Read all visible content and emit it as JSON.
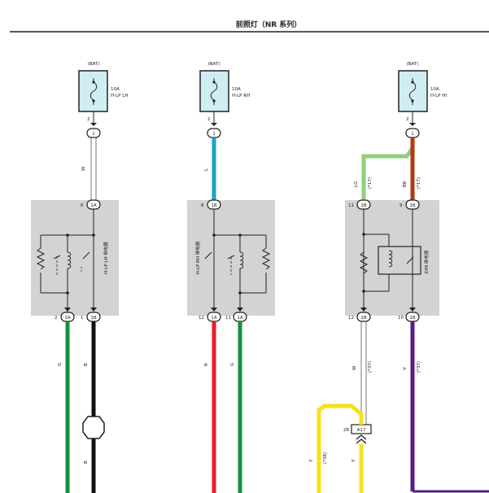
{
  "title": "前照灯（NR 系列）",
  "fuses": [
    {
      "supply": "(BAT)",
      "rating": "10A",
      "name": "H-LP LH",
      "pin": "2",
      "conn": "1"
    },
    {
      "supply": "(BAT)",
      "rating": "10A",
      "name": "H-LP RH",
      "pin": "2",
      "conn": "1"
    },
    {
      "supply": "(BAT)",
      "rating": "10A",
      "name": "H-LP HI",
      "pin": "2",
      "conn": "1"
    }
  ],
  "wires": {
    "w1_top": "W",
    "w2_top": "L",
    "w3a_top": "LG",
    "w3a_top_note": "(*17)",
    "w3b_top": "BR",
    "w3b_top_note": "(*17)",
    "w1_bot_left": "G",
    "w1_bot_right": "B",
    "w1_bot_right2": "B",
    "w2_bot_left": "R",
    "w2_bot_right": "G",
    "w3_bot_left": "W",
    "w3_bot_left_note": "(*37)",
    "w3_bot_right": "V",
    "w3_bot_right_note": "(*37)",
    "y_left": "Y",
    "y_left_note": "(*38)",
    "y_right": "Y"
  },
  "relays": [
    {
      "label": "H-LP LH 继电器",
      "in_pin": "6",
      "in_conn": "1A",
      "out_left_pin": "2",
      "out_left_conn": "1A",
      "out_right_pin": "1",
      "out_right_conn": "1B"
    },
    {
      "label": "H-LP RH 继电器",
      "in_pin": "8",
      "in_conn": "1B",
      "out_left_pin": "12",
      "out_left_conn": "1A",
      "out_right_pin": "11",
      "out_right_conn": "1A"
    },
    {
      "label": "DIM 继电器",
      "in_left_pin": "11",
      "in_left_conn": "1B",
      "in_right_pin": "9",
      "in_right_conn": "1B",
      "out_left_pin": "12",
      "out_left_conn": "1B",
      "out_right_pin": "10",
      "out_right_conn": "1B"
    }
  ],
  "a17": {
    "pin": "28",
    "label": "A17"
  },
  "colors": {
    "white_wire": "#ffffff",
    "blue": "#1aa3c7",
    "green_light": "#8fcf7a",
    "brown": "#b23a12",
    "green": "#14913a",
    "black": "#111111",
    "red": "#ee1b24",
    "purple": "#5b1a8c",
    "yellow": "#f5e11a",
    "fuse_fill": "#cfeef3",
    "relay_fill": "#d3d3d3"
  }
}
